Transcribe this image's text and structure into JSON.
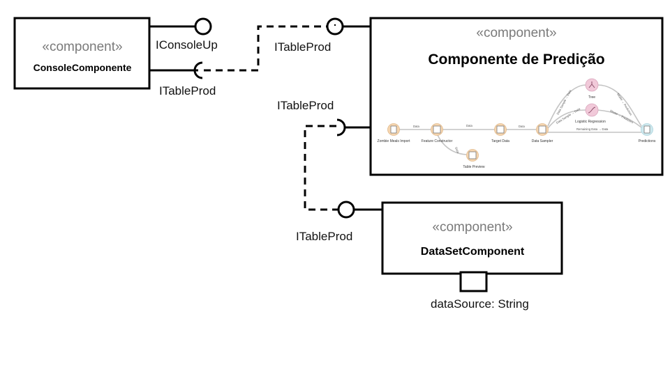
{
  "console_component": {
    "stereotype": "«component»",
    "name": "ConsoleComponente"
  },
  "prediction_component": {
    "stereotype": "«component»",
    "name": "Componente de Predição"
  },
  "dataset_component": {
    "stereotype": "«component»",
    "name": "DataSetComponent",
    "port_label": "dataSource: String"
  },
  "interfaces": {
    "console_provided": "IConsoleUp",
    "console_required": "ITableProd",
    "prediction_provided": "ITableProd",
    "prediction_required": "ITableProd",
    "dataset_provided": "ITableProd"
  },
  "workflow": {
    "nodes": [
      {
        "id": "zombie",
        "label": "Zombie Meals Import",
        "color": "#f6d6b0"
      },
      {
        "id": "feature",
        "label": "Feature Constructor",
        "color": "#f6d6b0"
      },
      {
        "id": "table",
        "label": "Table Preview",
        "color": "#f6d6b0"
      },
      {
        "id": "target",
        "label": "Target Data",
        "color": "#f6d6b0"
      },
      {
        "id": "sampler",
        "label": "Data Sampler",
        "color": "#f6d6b0"
      },
      {
        "id": "tree",
        "label": "Tree",
        "color": "#f1c9d9"
      },
      {
        "id": "logreg",
        "label": "Logistic Regression",
        "color": "#f1c9d9"
      },
      {
        "id": "pred",
        "label": "Predictions",
        "color": "#cfe9ef"
      }
    ],
    "edge_labels": {
      "e1": "Data",
      "e2": "Data",
      "e3": "Data",
      "e4": "Data",
      "e5": "Data Sample → Data",
      "e6": "Data Sample → Data",
      "e7": "Model → Predictors",
      "e8": "Model → Predictors",
      "e9": "Remaining Data → Data"
    }
  }
}
